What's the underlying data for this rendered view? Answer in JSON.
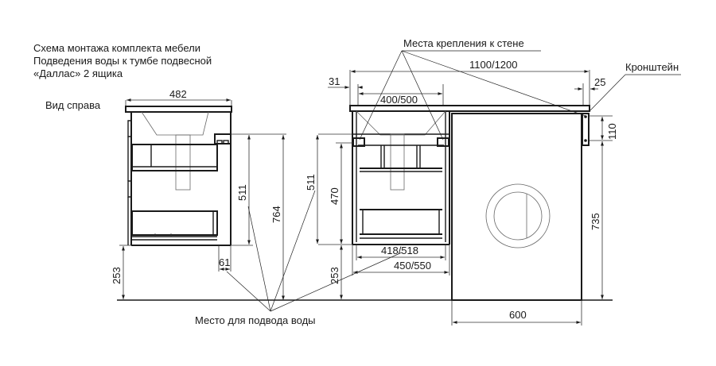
{
  "title": {
    "lines": [
      "Схема монтажа комплекта мебели",
      "Подведения воды к тумбе подвесной",
      "«Даллас» 2 ящика"
    ]
  },
  "side_view": {
    "label": "Вид справа",
    "dims": {
      "width": "482",
      "height_cabinet": "511",
      "height_total": "764",
      "floor_gap": "253",
      "back_offset": "61"
    }
  },
  "front_view": {
    "dims": {
      "left_offset": "31",
      "countertop_length": "1100/1200",
      "sink_width": "400/500",
      "bracket_offset": "25",
      "bracket_height": "110",
      "cabinet_height": "511",
      "drawer_height": "470",
      "floor_gap": "253",
      "inner_width": "418/518",
      "outer_width": "450/550",
      "washer_height": "735",
      "washer_width": "600"
    }
  },
  "annotations": {
    "wall_mounts": "Места крепления к стене",
    "bracket": "Кронштейн",
    "water_supply": "Место для подвода воды"
  }
}
